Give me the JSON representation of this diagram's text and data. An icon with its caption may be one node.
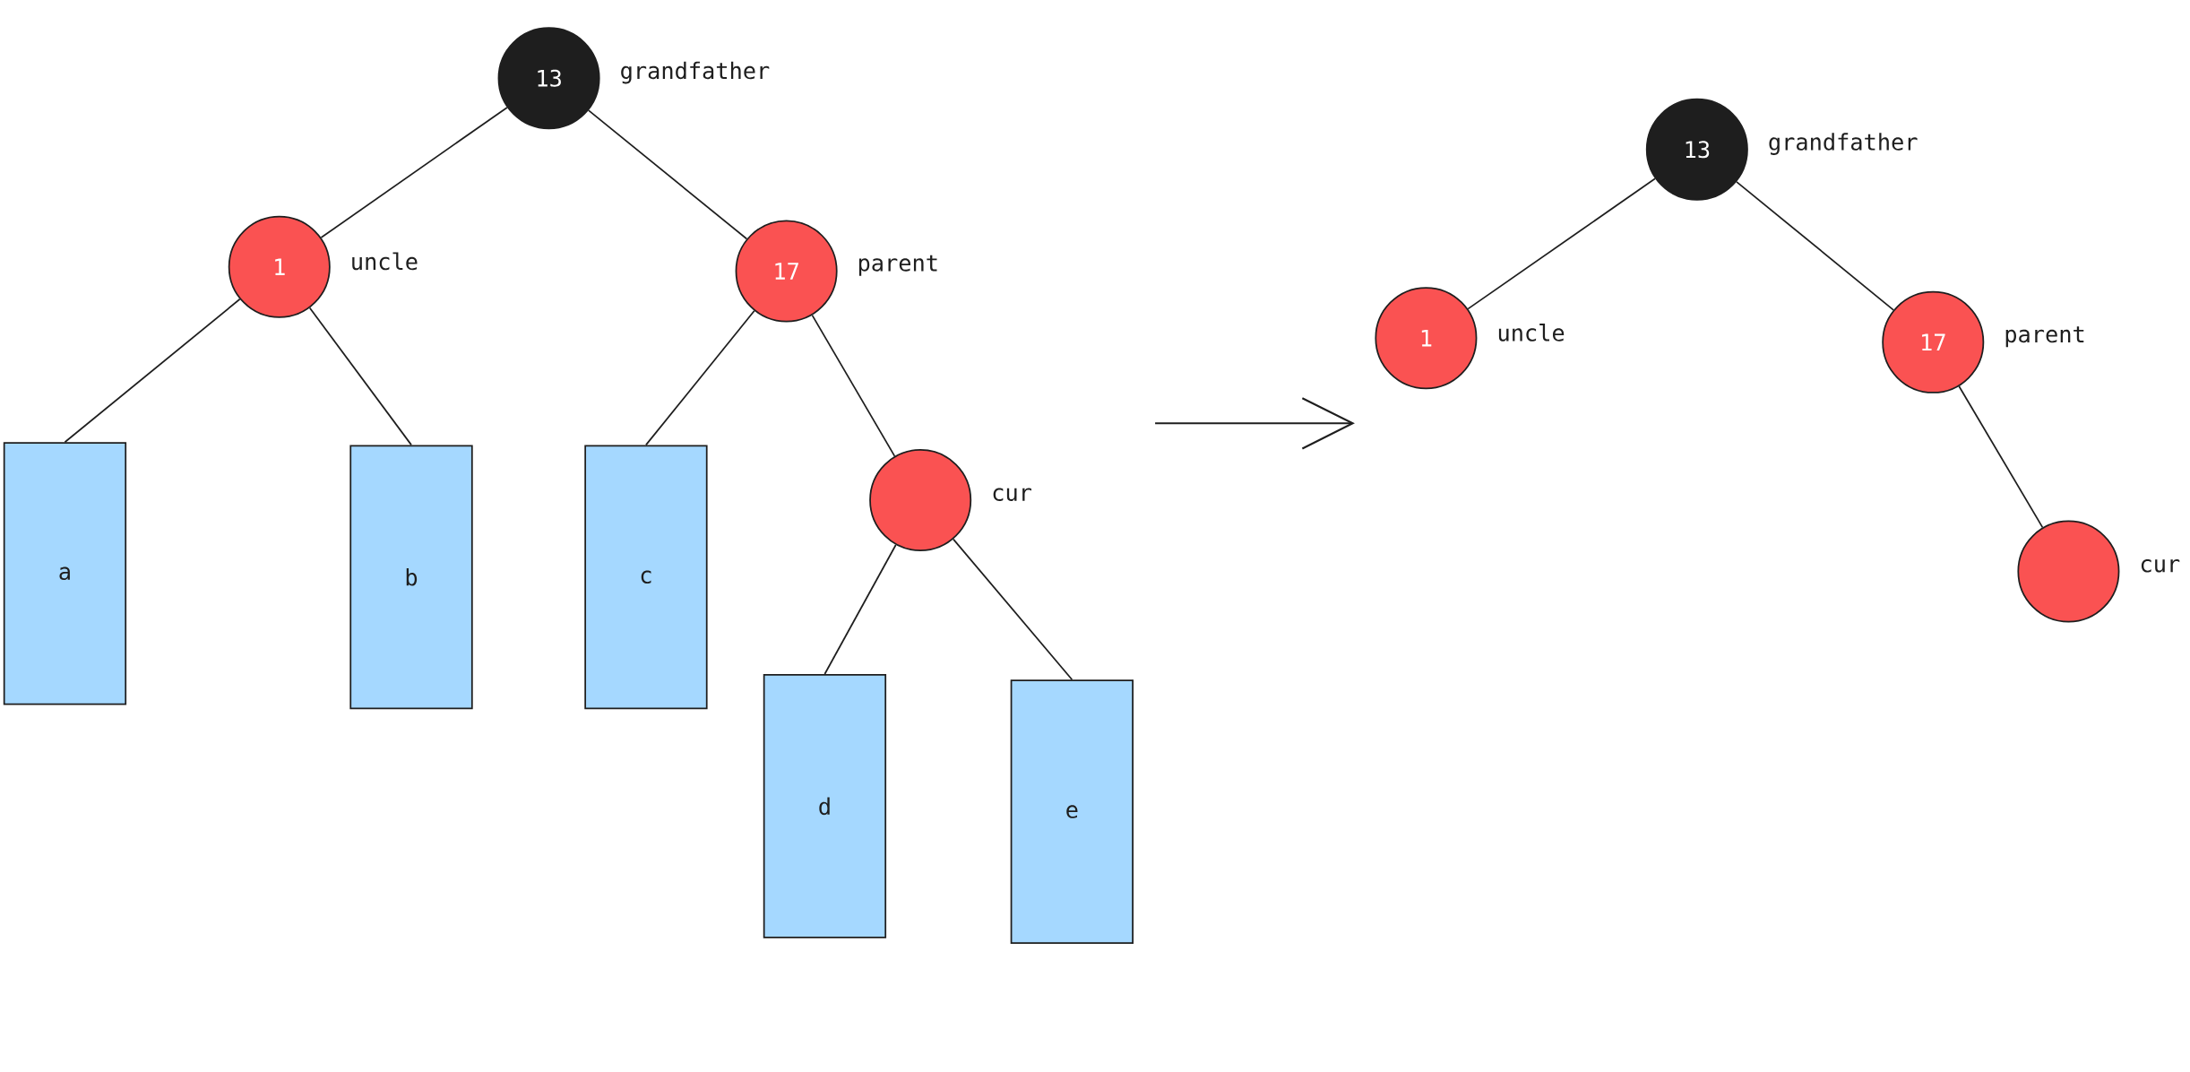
{
  "diagram": {
    "nodes": [
      {
        "text": [
          "13"
        ],
        "beside": [
          "grandfather"
        ]
      },
      {
        "text": [
          "1"
        ],
        "beside": [
          "uncle"
        ]
      },
      {
        "text": [
          "17"
        ],
        "beside": [
          "parent"
        ]
      },
      {
        "text": [],
        "shape": "circle",
        "beside": [
          "cur"
        ]
      },
      {
        "text": [
          "a"
        ]
      },
      {
        "text": [
          "b"
        ]
      },
      {
        "text": [
          "c"
        ]
      },
      {
        "text": [
          "d"
        ]
      },
      {
        "text": [
          "e"
        ]
      },
      {
        "text": [
          "13"
        ],
        "beside": [
          "grandfather"
        ]
      },
      {
        "text": [
          "1"
        ],
        "beside": [
          "uncle"
        ]
      },
      {
        "text": [
          "17"
        ],
        "beside": [
          "parent"
        ]
      },
      {
        "text": [],
        "shape": "circle",
        "beside": [
          "cur"
        ]
      }
    ],
    "edges": [
      {
        "from": 0,
        "to": 1,
        "arrow": "none"
      },
      {
        "from": 0,
        "to": 2,
        "arrow": "none"
      },
      {
        "from": 1,
        "to": 4,
        "arrow": "none"
      },
      {
        "from": 1,
        "to": 5,
        "arrow": "none"
      },
      {
        "from": 2,
        "to": 6,
        "arrow": "none"
      },
      {
        "from": 2,
        "to": 3,
        "arrow": "none"
      },
      {
        "from": 3,
        "to": 7,
        "arrow": "none"
      },
      {
        "from": 3,
        "to": 8,
        "arrow": "none"
      },
      {
        "from": 9,
        "to": 10,
        "arrow": "none"
      },
      {
        "from": 9,
        "to": 11,
        "arrow": "none"
      },
      {
        "from": 11,
        "to": 12,
        "arrow": "none"
      }
    ]
  }
}
